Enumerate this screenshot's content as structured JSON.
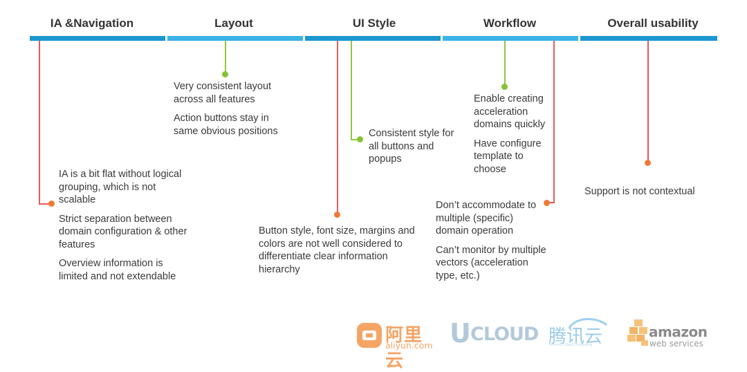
{
  "colors": {
    "bar_dark": "#1c97d0",
    "bar_light": "#3cb3e6",
    "line_red": "#e8595a",
    "line_green": "#8fc73e",
    "dot_orange": "#f07a35",
    "dot_green": "#86c232"
  },
  "columns": [
    {
      "title": "IA &Navigation"
    },
    {
      "title": "Layout"
    },
    {
      "title": "UI Style"
    },
    {
      "title": "Workflow"
    },
    {
      "title": "Overall usability"
    }
  ],
  "ia_notes": [
    "IA is a bit flat without logical grouping, which is not scalable",
    "Strict separation between domain configuration & other features",
    "Overview information is limited and not extendable"
  ],
  "layout_notes": [
    "Very consistent layout across all features",
    "Action buttons stay in same obvious positions"
  ],
  "ui_positive": [
    "Consistent style for all buttons and popups"
  ],
  "ui_negative": [
    "Button style, font size, margins and colors are not well considered to differentiate clear information hierarchy"
  ],
  "workflow_positive": [
    "Enable creating acceleration domains quickly",
    "Have configure template to choose"
  ],
  "workflow_negative": [
    "Don’t accommodate to multiple (specific) domain operation",
    "Can’t monitor by multiple vectors (acceleration type, etc.)"
  ],
  "usability_notes": [
    "Support is not contextual"
  ],
  "logos": {
    "aliyun_cn": "阿里云",
    "aliyun_en": "aliyun.com",
    "ucloud_u": "U",
    "ucloud_rest": "CLOUD",
    "tencent_cn": "腾讯云",
    "tencent_sub": "Tencent Cloud Computing",
    "amazon_main": "amazon",
    "amazon_sub": "web services"
  }
}
